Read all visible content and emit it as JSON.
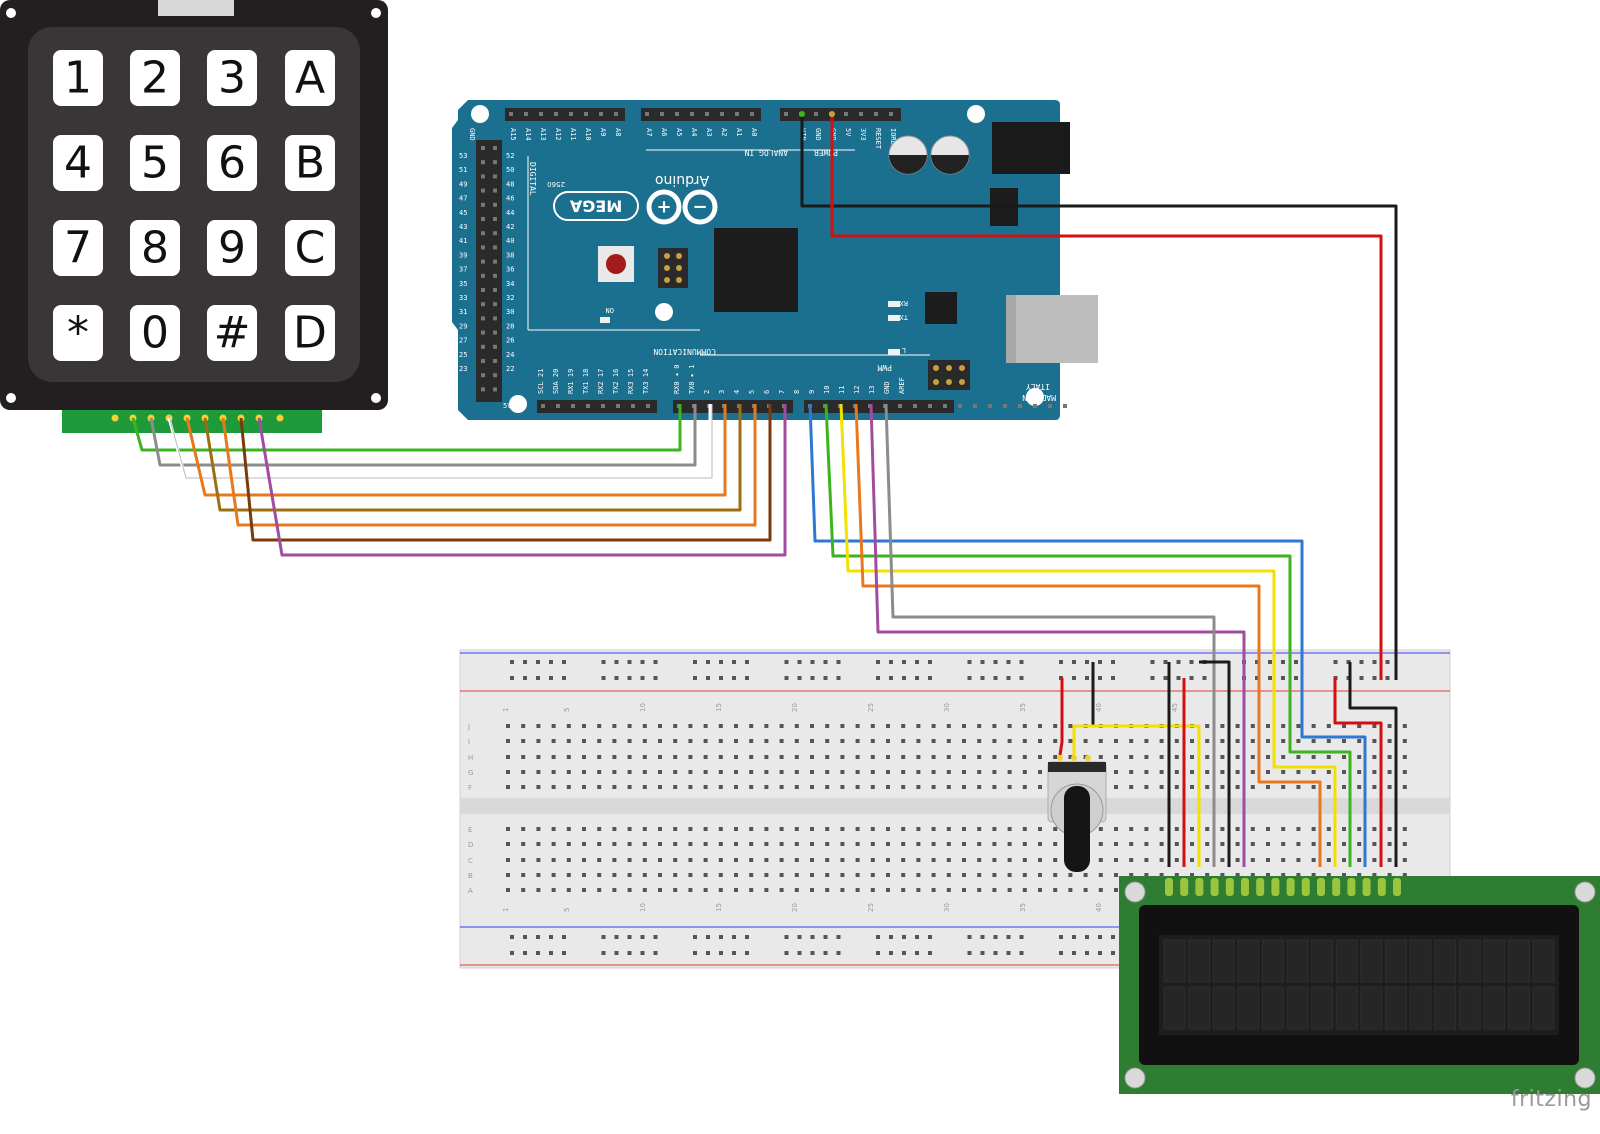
{
  "keypad": {
    "keys": [
      "1",
      "2",
      "3",
      "A",
      "4",
      "5",
      "6",
      "B",
      "7",
      "8",
      "9",
      "C",
      "*",
      "0",
      "#",
      "D"
    ]
  },
  "arduino": {
    "brand": "Arduino",
    "model": "MEGA",
    "model_sub": "2560",
    "made_in_1": "MADE IN",
    "made_in_2": "ITALY",
    "section_labels": {
      "analog": "ANALOG IN",
      "power": "POWER",
      "digital": "DIGITAL",
      "communication": "COMMUNICATION",
      "pwm": "PWM"
    },
    "top_pins_analog": [
      "A15",
      "A14",
      "A13",
      "A12",
      "A11",
      "A10",
      "A9",
      "A8",
      "A7",
      "A6",
      "A5",
      "A4",
      "A3",
      "A2",
      "A1",
      "A0"
    ],
    "top_pins_power": [
      "VIN",
      "GND",
      "GND",
      "5V",
      "3V3",
      "RESET",
      "IOREF"
    ],
    "bottom_pins_comm": [
      "SCL 21",
      "SDA 20",
      "RX1 19",
      "TX1 18",
      "RX2 17",
      "TX2 16",
      "RX3 15",
      "TX3 14"
    ],
    "bottom_pins_pwm": [
      "RX0 ◂ 0",
      "TX0 ▸ 1",
      "2",
      "3",
      "4",
      "5",
      "6",
      "7",
      "8",
      "9",
      "10",
      "11",
      "12",
      "13",
      "GND",
      "AREF"
    ],
    "side_pins": [
      "53",
      "51",
      "49",
      "47",
      "45",
      "43",
      "41",
      "39",
      "37",
      "35",
      "33",
      "31",
      "29",
      "27",
      "25",
      "23"
    ],
    "side_pins_right": [
      "52",
      "50",
      "48",
      "46",
      "44",
      "42",
      "40",
      "38",
      "36",
      "34",
      "32",
      "30",
      "28",
      "26",
      "24",
      "22"
    ],
    "led_labels": {
      "on": "ON",
      "rx": "RX",
      "tx": "TX",
      "l": "L"
    },
    "gnd_label": "GND",
    "v5_label": "5V"
  },
  "breadboard": {
    "column_numbers": [
      "1",
      "5",
      "10",
      "15",
      "20",
      "25",
      "30",
      "35",
      "40",
      "45"
    ],
    "rows_top": [
      "J",
      "I",
      "H",
      "G",
      "F"
    ],
    "rows_bottom": [
      "E",
      "D",
      "C",
      "B",
      "A"
    ]
  },
  "footer": {
    "logo": "fritzing"
  },
  "colors": {
    "board": "#1b6f8f",
    "keypad": "#231f20",
    "lcd_pcb": "#2e7d32",
    "wire_green": "#3cb41e",
    "wire_gray": "#8c8c8c",
    "wire_white": "#ffffff",
    "wire_orange": "#e8781e",
    "wire_olive": "#9b6f12",
    "wire_brown": "#7a3a0a",
    "wire_purple": "#a04da0",
    "wire_blue": "#2f78d2",
    "wire_yellow": "#f2e100",
    "wire_red": "#d21010",
    "wire_black": "#1a1a1a"
  }
}
